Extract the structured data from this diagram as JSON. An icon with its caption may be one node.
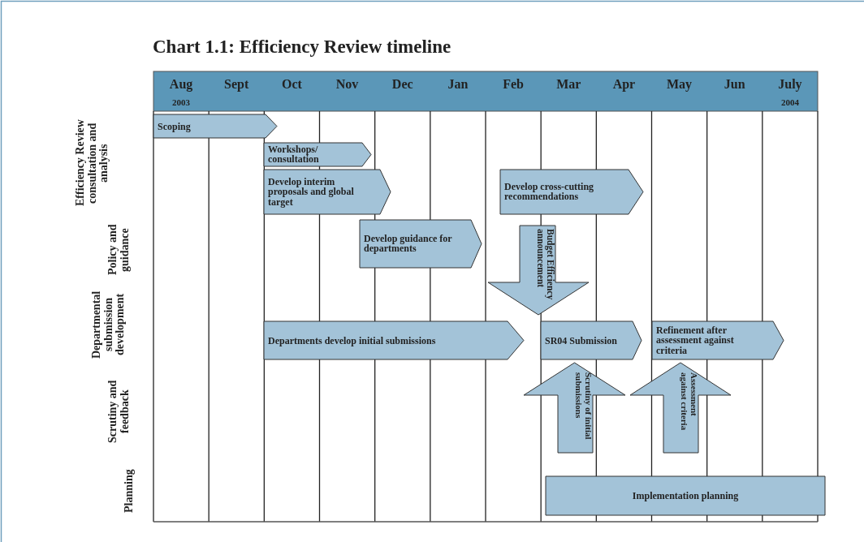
{
  "diagram": {
    "title": "Chart 1.1: Efficiency Review timeline",
    "nodes": [
      {
        "text": [
          "Scoping"
        ]
      },
      {
        "text": [
          "Workshops/ consultation"
        ]
      },
      {
        "text": [
          "Develop interim proposals and global target"
        ]
      },
      {
        "text": [
          "Develop cross-cutting recommendations"
        ]
      },
      {
        "text": [
          "Develop guidance for departments"
        ]
      },
      {
        "text": [
          "Budget Efficiency announcement"
        ]
      },
      {
        "text": [
          "Departments develop initial submissions"
        ]
      },
      {
        "text": [
          "SR04 Submission"
        ]
      },
      {
        "text": [
          "Refinement after assessment against criteria"
        ]
      },
      {
        "text": [
          "Scrutiny of initial submissions"
        ]
      },
      {
        "text": [
          "Assessment against criteria"
        ]
      },
      {
        "text": [
          "Implementation planning"
        ]
      }
    ],
    "labels": [
      "Aug",
      "2003",
      "Sept",
      "Oct",
      "Nov",
      "Dec",
      "Jan",
      "Feb",
      "Mar",
      "Apr",
      "May",
      "Jun",
      "July",
      "2004",
      "Efficiency Review consultation and analysis",
      "Policy and guidance",
      "Departmental submission development",
      "Scrutiny and feedback",
      "Planning"
    ]
  }
}
